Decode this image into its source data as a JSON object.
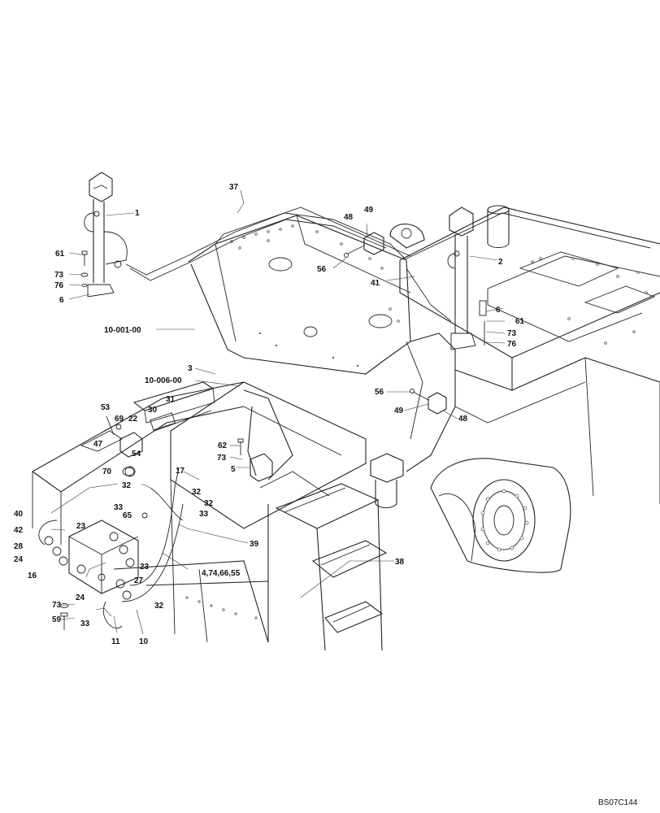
{
  "document_code": "BS07C144",
  "callouts": [
    {
      "id": "c1",
      "text": "1"
    },
    {
      "id": "c2",
      "text": "2"
    },
    {
      "id": "c3",
      "text": "3"
    },
    {
      "id": "c4",
      "text": "4,74,66,55"
    },
    {
      "id": "c5",
      "text": "5"
    },
    {
      "id": "c6a",
      "text": "6"
    },
    {
      "id": "c6b",
      "text": "6"
    },
    {
      "id": "c10",
      "text": "10"
    },
    {
      "id": "c11",
      "text": "11"
    },
    {
      "id": "c16",
      "text": "16"
    },
    {
      "id": "c17",
      "text": "17"
    },
    {
      "id": "c22",
      "text": "22"
    },
    {
      "id": "c23a",
      "text": "23"
    },
    {
      "id": "c23b",
      "text": "23"
    },
    {
      "id": "c24a",
      "text": "24"
    },
    {
      "id": "c24b",
      "text": "24"
    },
    {
      "id": "c27",
      "text": "27"
    },
    {
      "id": "c28",
      "text": "28"
    },
    {
      "id": "c30",
      "text": "30"
    },
    {
      "id": "c31",
      "text": "31"
    },
    {
      "id": "c32a",
      "text": "32"
    },
    {
      "id": "c32b",
      "text": "32"
    },
    {
      "id": "c32c",
      "text": "32"
    },
    {
      "id": "c32d",
      "text": "32"
    },
    {
      "id": "c33a",
      "text": "33"
    },
    {
      "id": "c33b",
      "text": "33"
    },
    {
      "id": "c33c",
      "text": "33"
    },
    {
      "id": "c37",
      "text": "37"
    },
    {
      "id": "c38",
      "text": "38"
    },
    {
      "id": "c39",
      "text": "39"
    },
    {
      "id": "c40",
      "text": "40"
    },
    {
      "id": "c41",
      "text": "41"
    },
    {
      "id": "c42",
      "text": "42"
    },
    {
      "id": "c47",
      "text": "47"
    },
    {
      "id": "c48a",
      "text": "48"
    },
    {
      "id": "c48b",
      "text": "48"
    },
    {
      "id": "c49a",
      "text": "49"
    },
    {
      "id": "c49b",
      "text": "49"
    },
    {
      "id": "c53",
      "text": "53"
    },
    {
      "id": "c54",
      "text": "54"
    },
    {
      "id": "c56a",
      "text": "56"
    },
    {
      "id": "c56b",
      "text": "56"
    },
    {
      "id": "c59",
      "text": "59"
    },
    {
      "id": "c61a",
      "text": "61"
    },
    {
      "id": "c61b",
      "text": "61"
    },
    {
      "id": "c62",
      "text": "62"
    },
    {
      "id": "c65",
      "text": "65"
    },
    {
      "id": "c69",
      "text": "69"
    },
    {
      "id": "c70",
      "text": "70"
    },
    {
      "id": "c73a",
      "text": "73"
    },
    {
      "id": "c73b",
      "text": "73"
    },
    {
      "id": "c73c",
      "text": "73"
    },
    {
      "id": "c73d",
      "text": "73"
    },
    {
      "id": "c76a",
      "text": "76"
    },
    {
      "id": "c76b",
      "text": "76"
    },
    {
      "id": "ref1",
      "text": "10-001-00"
    },
    {
      "id": "ref2",
      "text": "10-006-00"
    }
  ]
}
